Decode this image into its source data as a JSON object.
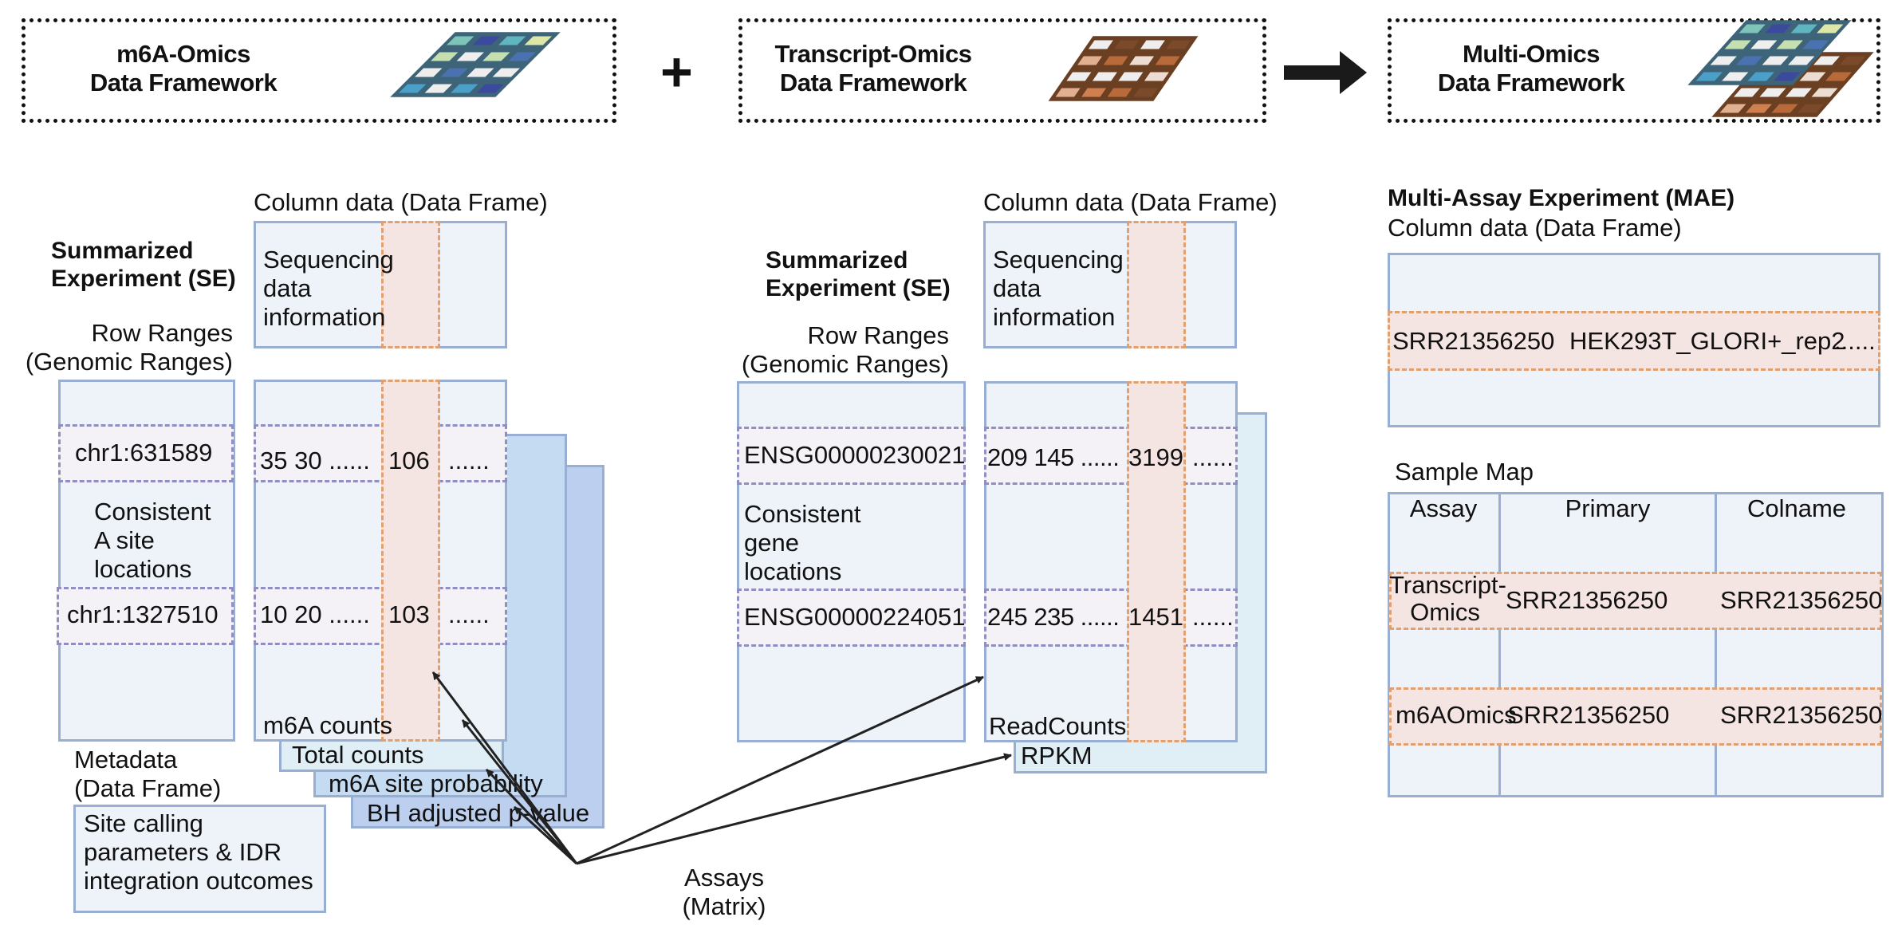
{
  "frameworks": {
    "m6a": {
      "title_line1": "m6A-Omics",
      "title_line2": "Data Framework"
    },
    "plus_symbol": "+",
    "transcript": {
      "title_line1": "Transcript-Omics",
      "title_line2": "Data Framework"
    },
    "multi": {
      "title_line1": "Multi-Omics",
      "title_line2": "Data Framework"
    },
    "icons": [
      "blue-heatmap-grid-icon",
      "brown-heatmap-grid-icon",
      "stacked-heatmap-grid-icon",
      "right-arrow-icon"
    ],
    "colors": {
      "blue_grid": [
        "#7fc4b8",
        "#3b4a9c",
        "#5fb5c0",
        "#dde8a8",
        "#c6dfb0",
        "#eeeeee",
        "#c6dfb0",
        "#4a72b0",
        "#eeeeee",
        "#4a72b0",
        "#eeeeee",
        "#eeeeee",
        "#4aa0c8",
        "#eeeeee",
        "#4aa0c8",
        "#3b4a9c"
      ],
      "brown_grid": [
        "#eeeeee",
        "#7a4a2a",
        "#eeeeee",
        "#7a4a2a",
        "#e0b090",
        "#b86a3a",
        "#ecdcd2",
        "#b86a3a",
        "#eeeeee",
        "#eeeeee",
        "#eeeeee",
        "#ecdcd2",
        "#e0b090",
        "#d08050",
        "#b86a3a",
        "#7a4a2a"
      ]
    }
  },
  "m6a_se": {
    "title_line1": "Summarized",
    "title_line2": "Experiment (SE)",
    "row_ranges_line1": "Row Ranges",
    "row_ranges_line2": "(Genomic Ranges)",
    "col_data_label": "Column data (Data Frame)",
    "col_data_text": [
      "Sequencing",
      "data",
      "information"
    ],
    "rows": [
      {
        "range": "chr1:631589",
        "values": "35  30 ......",
        "highlight": "106",
        "tail": "......"
      },
      {
        "range": "chr1:1327510",
        "values": "10  20 ......",
        "highlight": "103",
        "tail": "......"
      }
    ],
    "consistent_text": [
      "Consistent",
      "A site",
      "locations"
    ],
    "assay_layers": [
      "m6A counts",
      "Total counts",
      "m6A site probability",
      "BH adjusted p-value"
    ],
    "metadata_label_line1": "Metadata",
    "metadata_label_line2": "(Data Frame)",
    "metadata_text": [
      "Site calling",
      "parameters & IDR",
      "integration outcomes"
    ]
  },
  "transcript_se": {
    "title_line1": "Summarized",
    "title_line2": "Experiment (SE)",
    "row_ranges_line1": "Row Ranges",
    "row_ranges_line2": "(Genomic Ranges)",
    "col_data_label": "Column data (Data Frame)",
    "col_data_text": [
      "Sequencing",
      "data",
      "information"
    ],
    "rows": [
      {
        "range": "ENSG00000230021",
        "values": "209 145 ......",
        "highlight": "3199",
        "tail": "......"
      },
      {
        "range": "ENSG00000224051",
        "values": "245 235 ......",
        "highlight": "1451",
        "tail": "......"
      }
    ],
    "consistent_text": [
      "Consistent",
      "gene",
      "locations"
    ],
    "assay_layers": [
      "ReadCounts",
      "RPKM"
    ]
  },
  "assays_label_line1": "Assays",
  "assays_label_line2": "(Matrix)",
  "mae": {
    "title": "Multi-Assay Experiment (MAE)",
    "col_data_label": "Column data (Data Frame)",
    "col_data_row": {
      "id": "SRR21356250",
      "name": "HEK293T_GLORI+_rep2",
      "tail": "......"
    },
    "sample_map_label": "Sample Map",
    "sample_map": {
      "headers": [
        "Assay",
        "Primary",
        "Colname"
      ],
      "rows": [
        {
          "assay_line1": "Transcript-",
          "assay_line2": "Omics",
          "primary": "SRR21356250",
          "colname": "SRR21356250"
        },
        {
          "assay_line1": "m6AOmics",
          "assay_line2": "",
          "primary": "SRR21356250",
          "colname": "SRR21356250"
        }
      ]
    }
  }
}
